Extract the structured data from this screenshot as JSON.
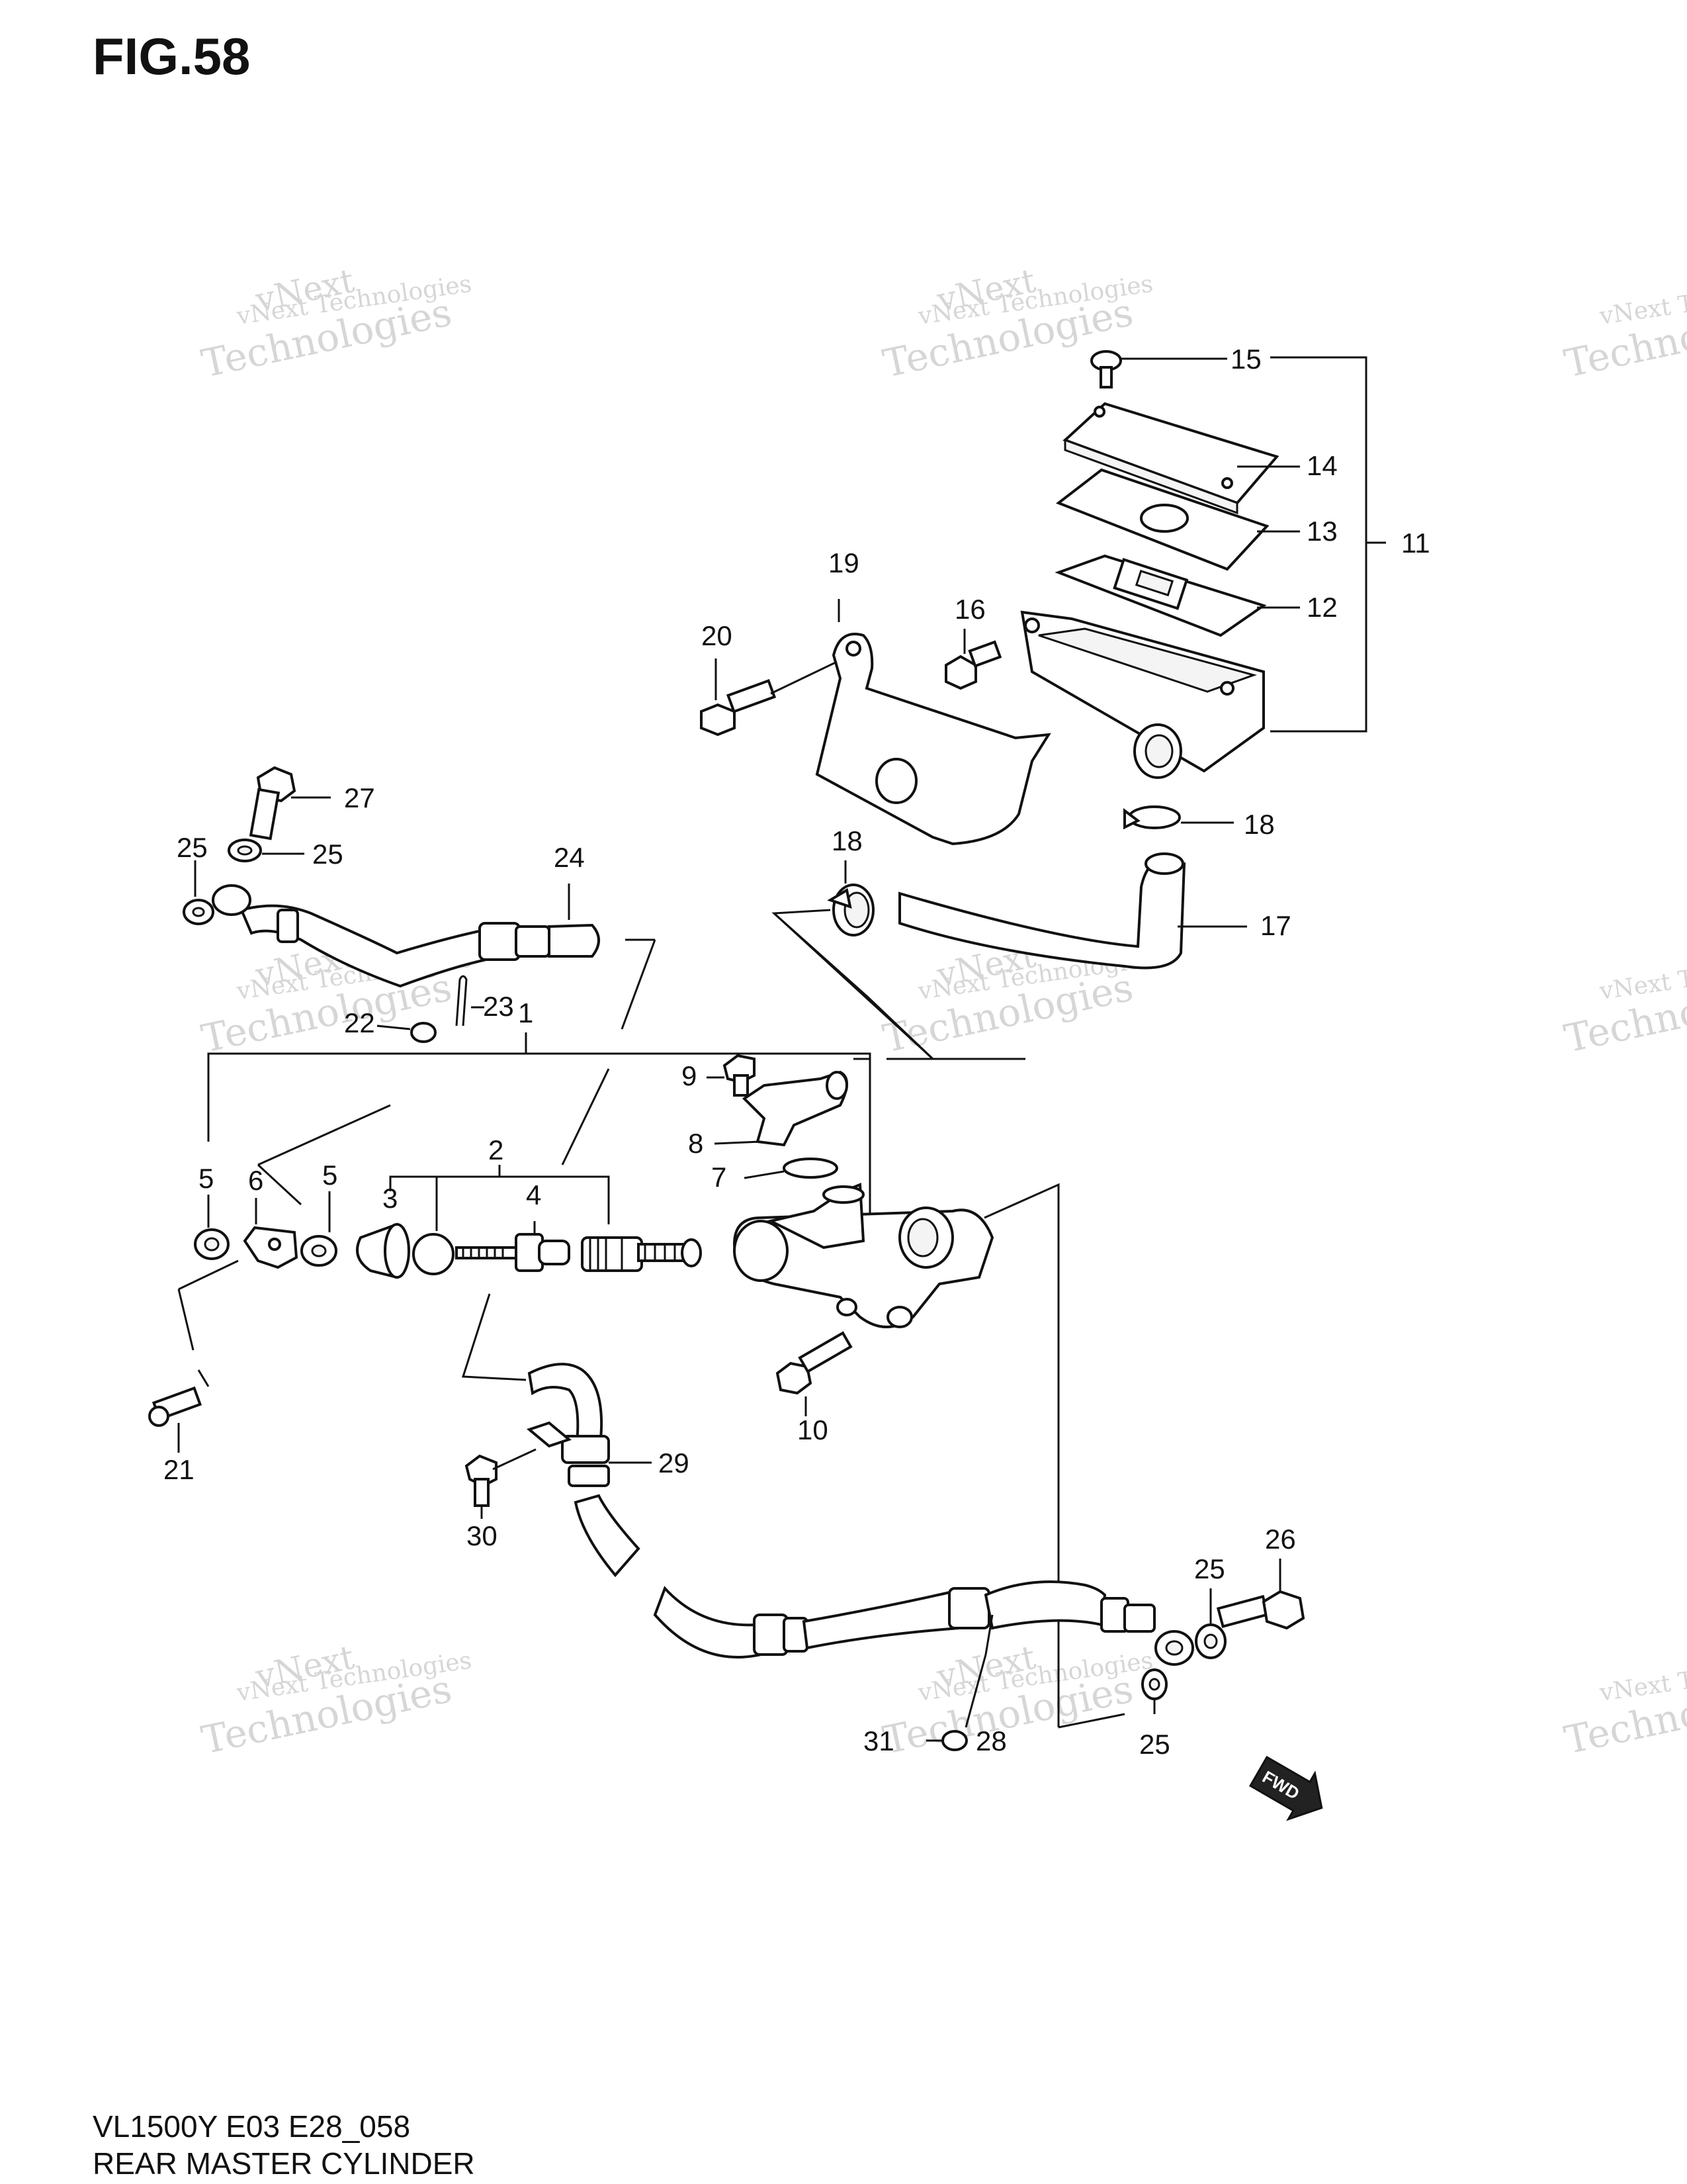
{
  "figure": {
    "title": "FIG.58"
  },
  "watermark": {
    "line1": "vNext Technologies",
    "line2": "vNext",
    "line3": "Technologies"
  },
  "callouts": [
    "1",
    "2",
    "3",
    "4",
    "5",
    "5",
    "6",
    "7",
    "8",
    "9",
    "10",
    "11",
    "12",
    "13",
    "14",
    "15",
    "16",
    "17",
    "18",
    "18",
    "19",
    "20",
    "21",
    "22",
    "23",
    "24",
    "25",
    "25",
    "25",
    "25",
    "25",
    "26",
    "27",
    "28",
    "29",
    "30",
    "31"
  ],
  "icons": {
    "fwd_arrow": "FWD"
  },
  "footer": {
    "model": "VL1500Y E03 E28_058",
    "section": "REAR MASTER CYLINDER"
  }
}
